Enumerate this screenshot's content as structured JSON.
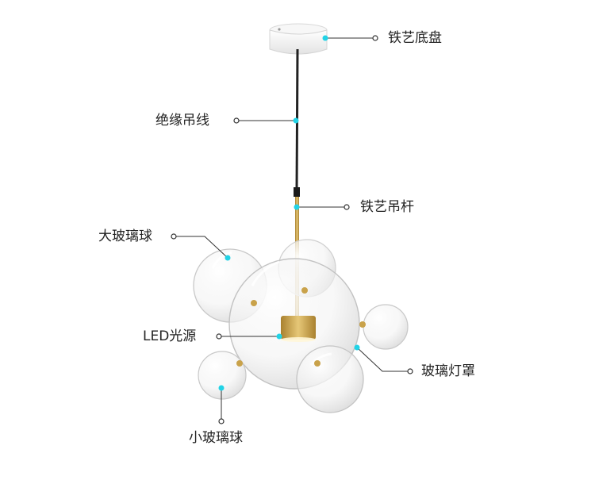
{
  "labels": {
    "canopy": "铁艺底盘",
    "cable": "绝缘吊线",
    "rod": "铁艺吊杆",
    "large_ball": "大玻璃球",
    "led": "LED光源",
    "shade": "玻璃灯罩",
    "small_ball": "小玻璃球"
  },
  "colors": {
    "marker": "#22d3e6",
    "leader_line": "#333333",
    "gold": "#c9a24a",
    "cable": "#222222"
  }
}
